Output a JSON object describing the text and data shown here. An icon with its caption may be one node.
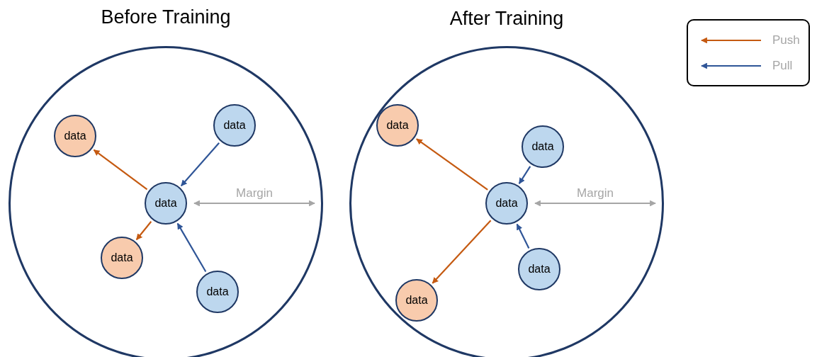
{
  "diagram": {
    "nodes": [
      {
        "text": [
          "Before Training"
        ]
      },
      {
        "text": [
          "data"
        ],
        "in": 0
      },
      {
        "text": [
          "data"
        ],
        "in": 0
      },
      {
        "text": [
          "data"
        ],
        "in": 0
      },
      {
        "text": [
          "data"
        ],
        "in": 0
      },
      {
        "text": [
          "data"
        ],
        "in": 0
      },
      {
        "text": [
          "After Training"
        ]
      },
      {
        "text": [
          "data"
        ],
        "in": 6
      },
      {
        "text": [
          "data"
        ],
        "in": 6
      },
      {
        "text": [
          "data"
        ],
        "in": 6
      },
      {
        "text": [
          "data"
        ],
        "in": 6
      },
      {
        "text": [
          "data"
        ],
        "in": 6
      }
    ],
    "edges": [
      {
        "from": 1,
        "to": 2,
        "arrow": "to",
        "color": "#c55a11"
      },
      {
        "from": 3,
        "to": 1,
        "arrow": "to",
        "color": "#2f5597"
      },
      {
        "from": 1,
        "to": 4,
        "arrow": "to",
        "color": "#c55a11"
      },
      {
        "from": 5,
        "to": 1,
        "arrow": "to",
        "color": "#2f5597"
      },
      {
        "from": 1,
        "to": 0,
        "arrow": "both",
        "label": "Margin",
        "color": "#a6a6a6"
      },
      {
        "from": 7,
        "to": 8,
        "arrow": "to",
        "color": "#c55a11"
      },
      {
        "from": 9,
        "to": 7,
        "arrow": "to",
        "color": "#2f5597"
      },
      {
        "from": 7,
        "to": 10,
        "arrow": "to",
        "color": "#c55a11"
      },
      {
        "from": 11,
        "to": 7,
        "arrow": "to",
        "color": "#2f5597"
      },
      {
        "from": 7,
        "to": 6,
        "arrow": "both",
        "label": "Margin",
        "color": "#a6a6a6"
      }
    ],
    "legend": [
      {
        "text": "Push"
      },
      {
        "text": "Pull"
      }
    ]
  }
}
